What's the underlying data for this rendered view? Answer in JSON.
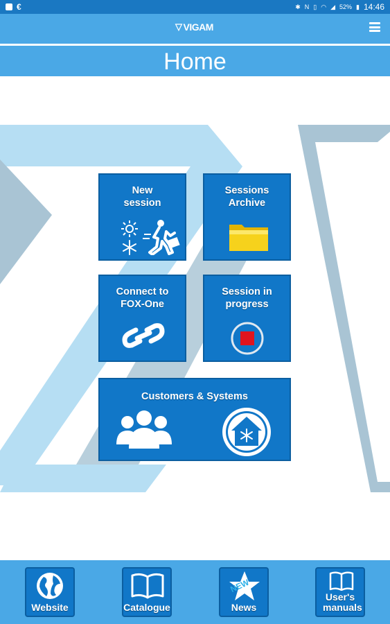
{
  "status_bar": {
    "battery": "52%",
    "time": "14:46"
  },
  "app_bar": {
    "logo_text": "VIGAM"
  },
  "page": {
    "title": "Home"
  },
  "tiles": {
    "new_session": {
      "label": "New session"
    },
    "sessions_archive": {
      "label": "Sessions Archive"
    },
    "connect": {
      "label": "Connect to FOX-One"
    },
    "session_in_progress": {
      "label": "Session in progress"
    },
    "customers_systems": {
      "label": "Customers & Systems"
    }
  },
  "bottom_nav": {
    "website": "Website",
    "catalogue": "Catalogue",
    "news": "News",
    "news_badge": "NEW",
    "manuals": "User's manuals"
  },
  "colors": {
    "status_bar": "#1a78c2",
    "app_bar": "#4aa8e6",
    "tile": "#1177c8",
    "tile_border": "#0b5ea0",
    "stop_red": "#e0141e",
    "folder_yellow": "#f6d21c"
  }
}
